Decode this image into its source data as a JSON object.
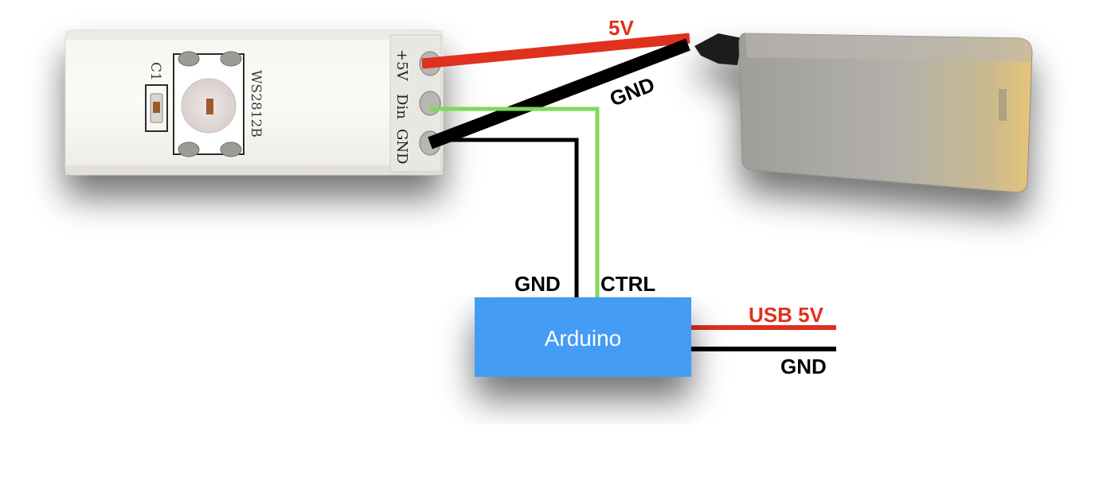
{
  "colors": {
    "power_red": "#e0301e",
    "ground_black": "#000000",
    "control_green": "#7ed957",
    "arduino_blue": "#449cf5",
    "arduino_text": "#ffffff"
  },
  "strip": {
    "chip_label": "WS2812B",
    "capacitor_label": "C1",
    "pin_labels": [
      "+5V",
      "Din",
      "GND"
    ]
  },
  "battery": {
    "icon": "power-bank-icon"
  },
  "wires": {
    "power_label": "5V",
    "battery_ground_label": "GND",
    "arduino_ground_label": "GND",
    "control_label": "CTRL",
    "usb_power_label": "USB 5V",
    "usb_ground_label": "GND"
  },
  "arduino": {
    "label": "Arduino"
  }
}
